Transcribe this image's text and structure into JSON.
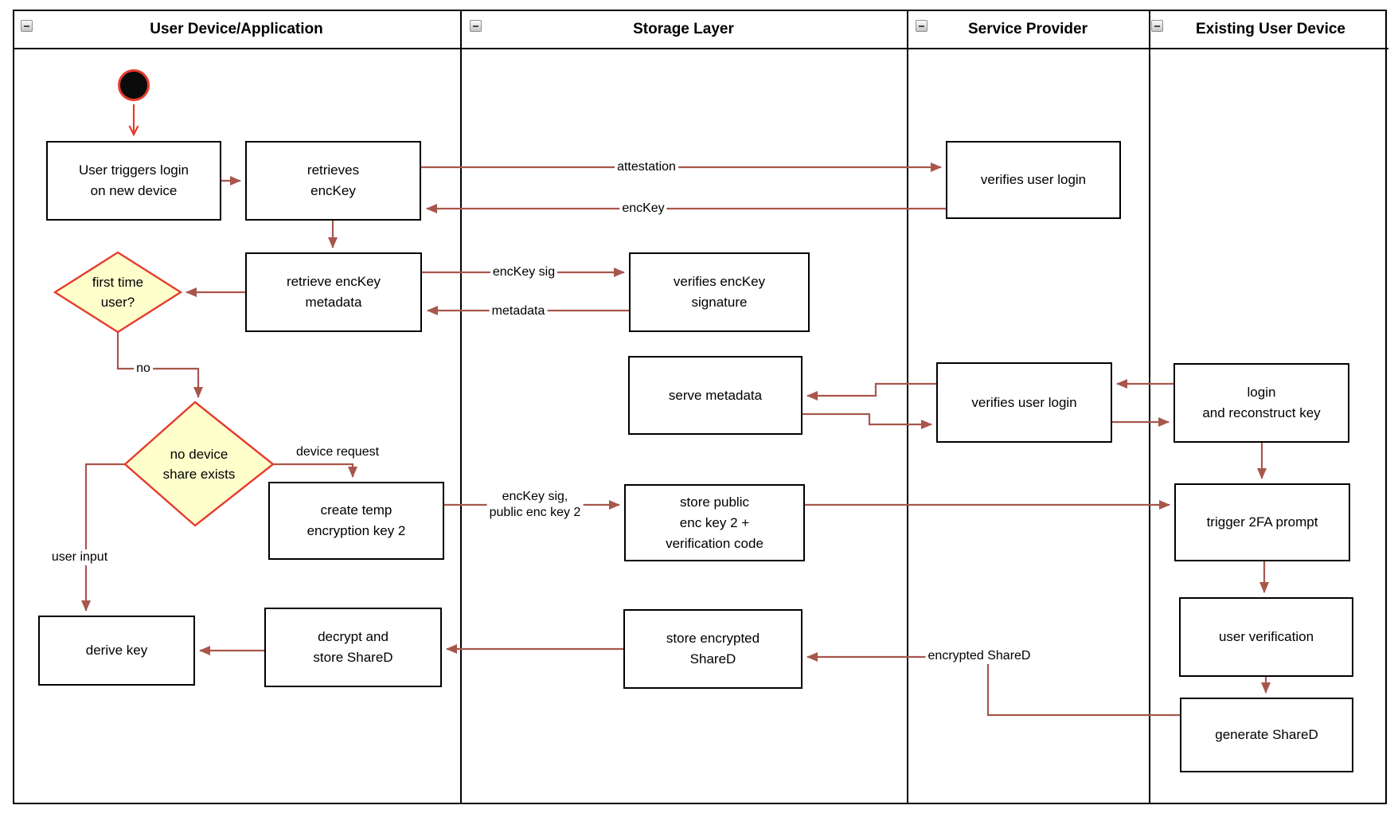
{
  "lanes": [
    {
      "title": "User Device/Application"
    },
    {
      "title": "Storage Layer"
    },
    {
      "title": "Service Provider"
    },
    {
      "title": "Existing User Device"
    }
  ],
  "nodes": {
    "user_triggers": "User triggers login\non new device",
    "retrieves_enckey": "retrieves\nencKey",
    "verifies_login_top": "verifies user login",
    "retrieve_metadata": "retrieve encKey\nmetadata",
    "verifies_sig": "verifies encKey\nsignature",
    "first_time_user": "first time\nuser?",
    "serve_metadata": "serve metadata",
    "verifies_login_mid": "verifies user login",
    "login_reconstruct": "login\nand reconstruct key",
    "no_device_share": "no device\nshare exists",
    "create_temp_key": "create temp\nencryption key 2",
    "store_public_key": "store public\nenc key 2 +\nverification code",
    "trigger_2fa": "trigger 2FA prompt",
    "user_verification": "user verification",
    "decrypt_store": "decrypt and\nstore ShareD",
    "store_encrypted": "store encrypted\nShareD",
    "generate_shared": "generate ShareD",
    "derive_key": "derive key"
  },
  "edge_labels": {
    "attestation": "attestation",
    "enckey": "encKey",
    "enckey_sig": "encKey sig",
    "metadata": "metadata",
    "no": "no",
    "device_request": "device request",
    "enckey_sig_public": "encKey sig,\npublic enc key 2",
    "user_input": "user input",
    "encrypted_shared": "encrypted ShareD"
  },
  "colors": {
    "flow_arrow": "#a8564c",
    "start_arrow": "#e53c2c",
    "decision_fill": "#ffffcc",
    "decision_border": "#e53c2c",
    "node_border": "#000000"
  }
}
